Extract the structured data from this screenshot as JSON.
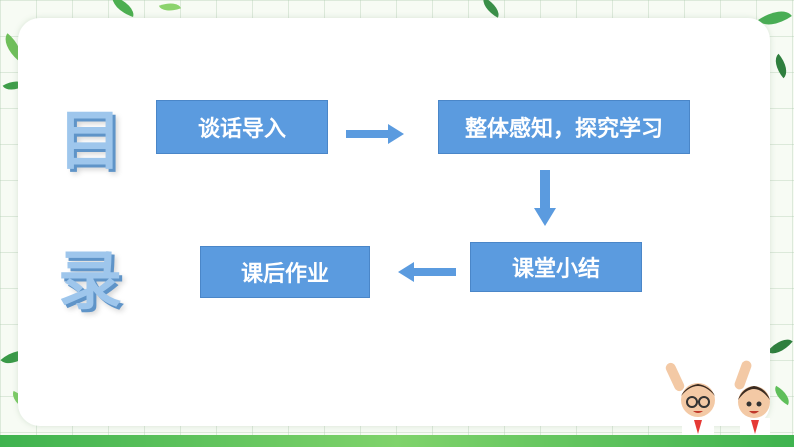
{
  "title_chars": [
    "目",
    "录"
  ],
  "steps": {
    "step1": "谈话导入",
    "step2": "整体感知，探究学习",
    "step3": "课堂小结",
    "step4": "课后作业"
  },
  "colors": {
    "box_fill": "#5b9bdf",
    "arrow_fill": "#5b9bdf",
    "title_fill": "#9ec6ec",
    "leaf_green": "#4caf50",
    "ground_green": "#3fb34f"
  },
  "icons": [
    "leaf-icon",
    "arrow-right-icon",
    "arrow-down-icon",
    "arrow-left-icon",
    "child-illustration"
  ]
}
